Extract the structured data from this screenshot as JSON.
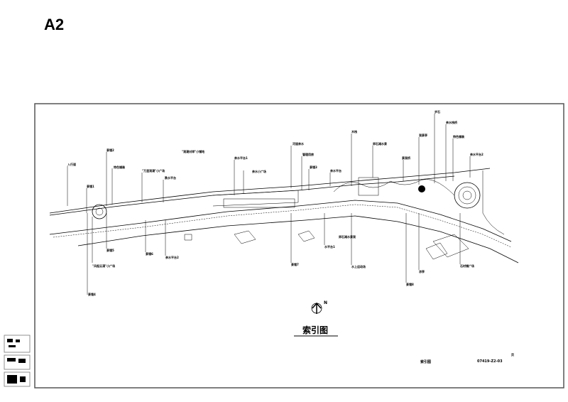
{
  "sheet": {
    "label": "A2"
  },
  "drawing": {
    "title": "索引图",
    "north_label": "N",
    "title_block": {
      "name": "索引图",
      "number": "07419-Z2-03",
      "page_mark": "页"
    },
    "labels_top": [
      "入行道",
      "景墙1",
      "特色铺装",
      "景墙2",
      "\"万里观潮\"小广场",
      "跌水平台",
      "\"观潮对岸\"小铺地",
      "亲水平台1",
      "亲水小广场",
      "河道亲水",
      "管理用房",
      "景墙3",
      "亲水平台",
      "木栈",
      "卵石滩水景",
      "景观桥",
      "观景亭",
      "步石",
      "亲水栈桥",
      "特色铺装",
      "亲水平台2"
    ],
    "labels_bottom": [
      "\"风起云涌\"小广场",
      "景墙4",
      "景墙5",
      "景墙6",
      "亲水平台2",
      "景墙7",
      "水平台1",
      "卵石滩水景观",
      "水上运动场",
      "凉亭",
      "景墙8",
      "石材铺广场"
    ]
  }
}
